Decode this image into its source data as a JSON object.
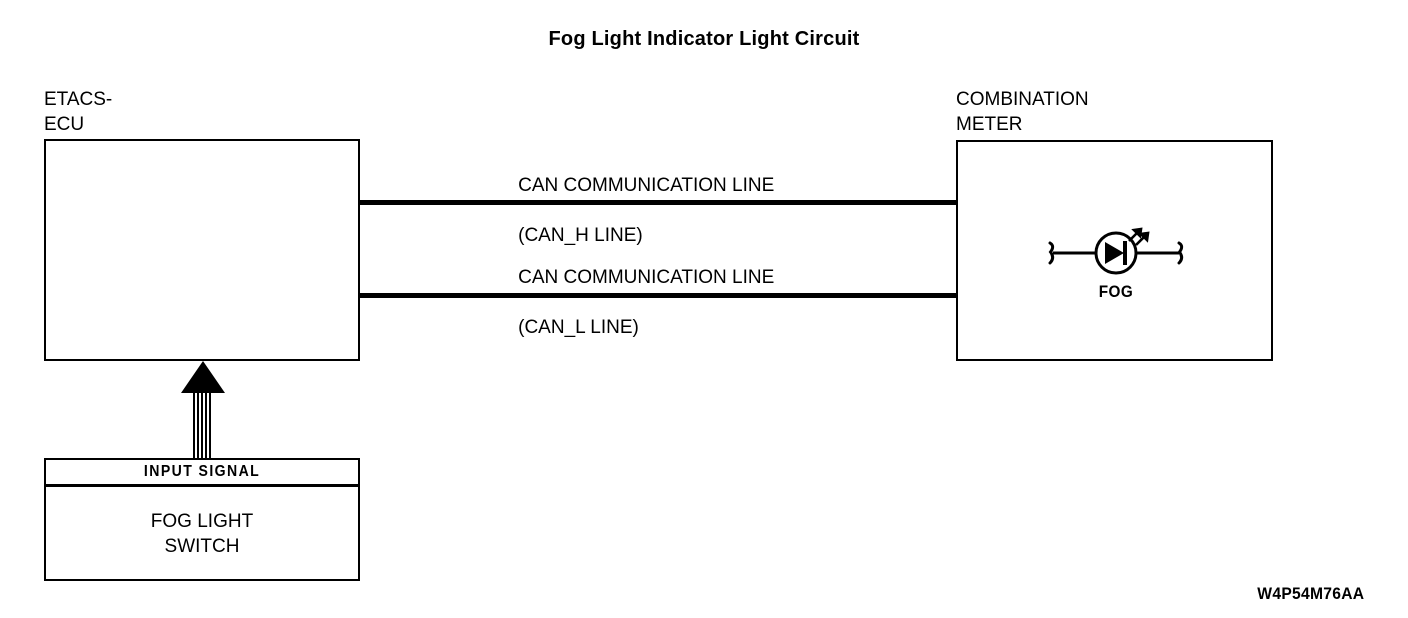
{
  "diagram": {
    "title": "Fog Light Indicator Light Circuit",
    "part_number": "W4P54M76AA",
    "background_color": "#ffffff",
    "line_color": "#000000",
    "blocks": {
      "etacs_ecu": {
        "label": "ETACS-\nECU"
      },
      "combination_meter": {
        "label": "COMBINATION\nMETER",
        "indicator": {
          "symbol_name": "led-indicator-symbol",
          "caption": "FOG"
        }
      },
      "input_signal": {
        "header": "INPUT  SIGNAL",
        "body": "FOG LIGHT\nSWITCH"
      }
    },
    "connections": {
      "can_high": {
        "label_line1": "CAN COMMUNICATION LINE",
        "label_line2": "(CAN_H LINE)"
      },
      "can_low": {
        "label_line1": "CAN COMMUNICATION LINE",
        "label_line2": "(CAN_L LINE)"
      },
      "input_arrow": {
        "name": "striped-up-arrow"
      }
    }
  }
}
